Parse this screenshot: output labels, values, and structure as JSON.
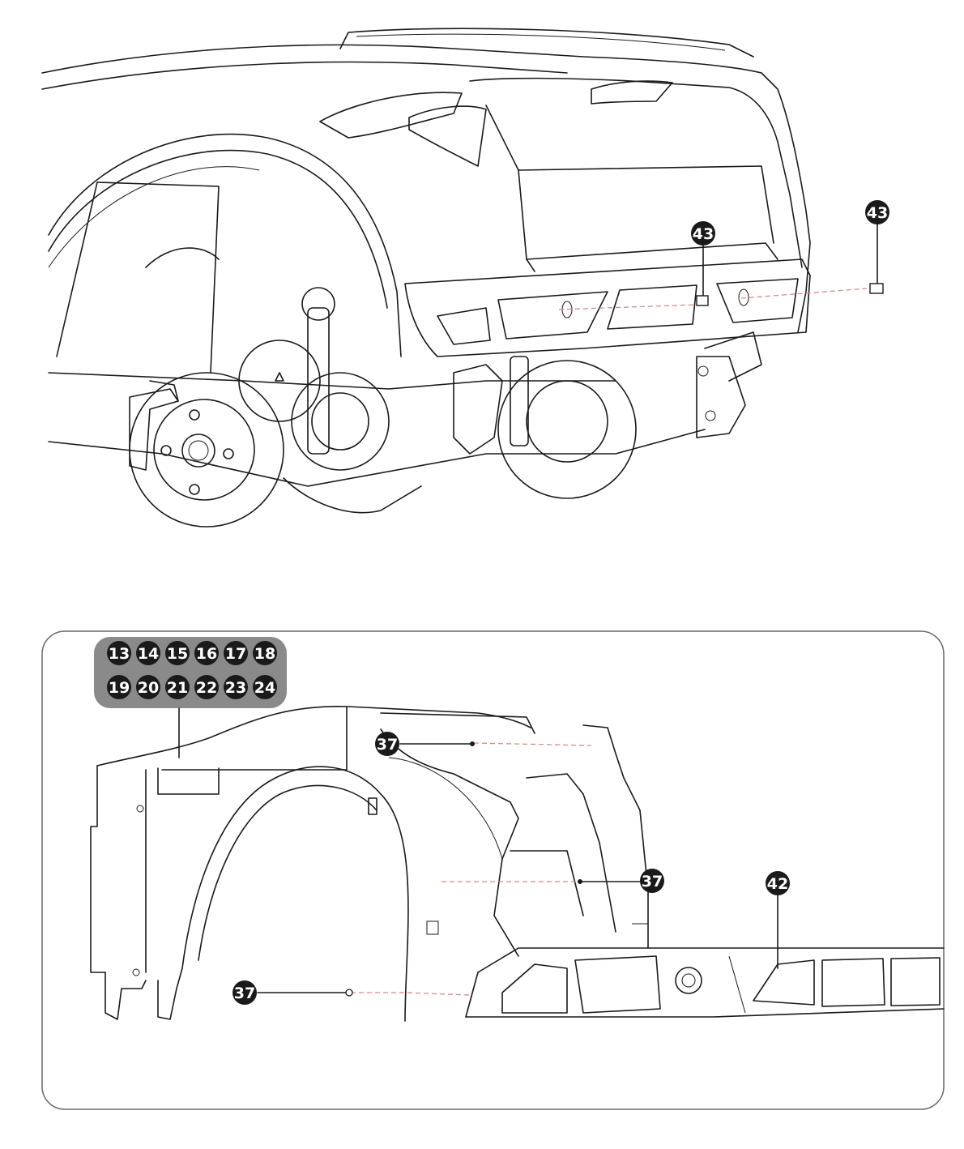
{
  "diagram": {
    "top_callouts": [
      "43",
      "43"
    ],
    "panel": {
      "callout_group": {
        "row1": [
          "13",
          "14",
          "15",
          "16",
          "17",
          "18"
        ],
        "row2": [
          "19",
          "20",
          "21",
          "22",
          "23",
          "24"
        ]
      },
      "callouts": [
        "37",
        "37",
        "37",
        "42"
      ]
    },
    "colors": {
      "line": "#1a1a1a",
      "callout_fill": "#1a1a1a",
      "group_background": "#8a8a8a",
      "dashed_guide": "#d98a8a",
      "panel_border": "#6a6a6a"
    }
  }
}
